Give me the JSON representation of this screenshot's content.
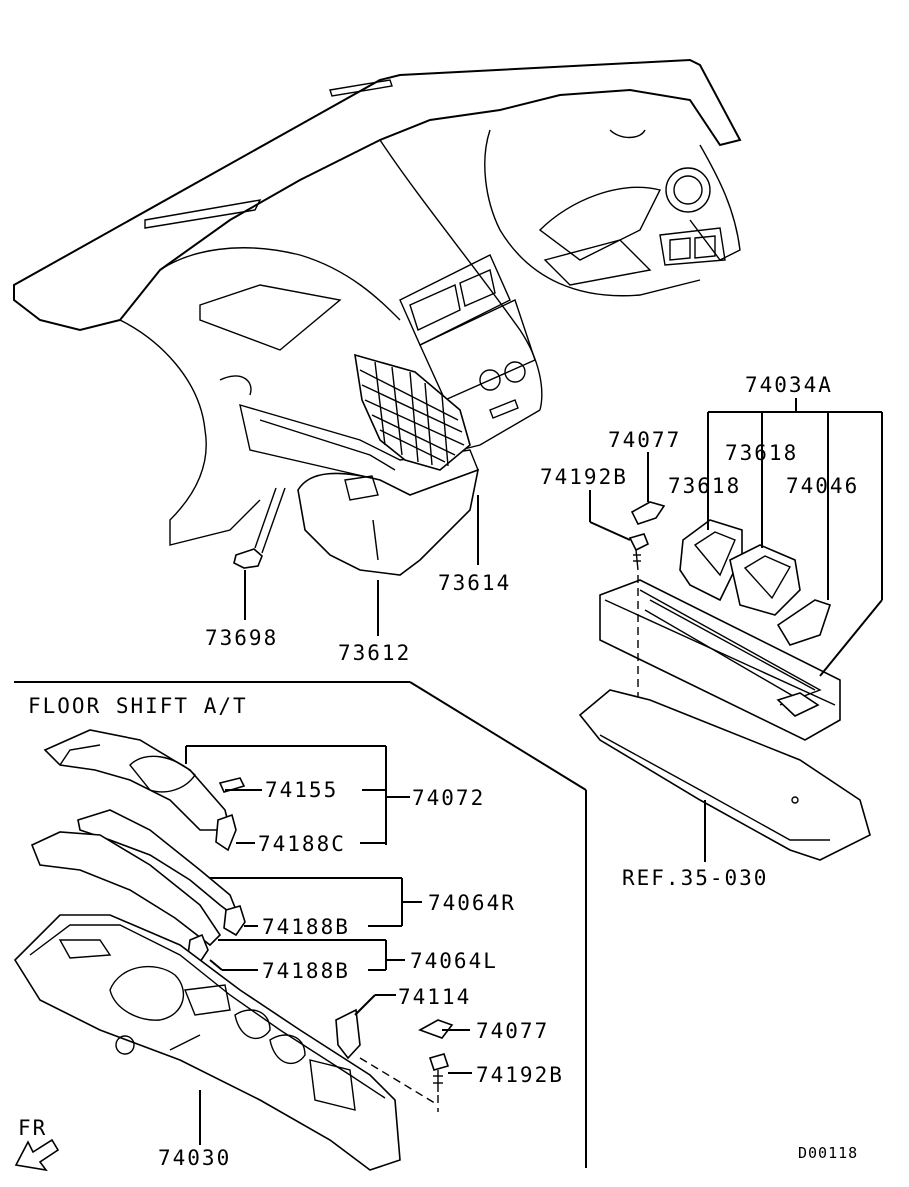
{
  "section_title": "FLOOR SHIFT A/T",
  "image_code": "D00118",
  "direction_label": "FR",
  "parts": {
    "p73698": "73698",
    "p73612": "73612",
    "p73614": "73614",
    "p74034A": "74034A",
    "p74077_top": "74077",
    "p74192B_top": "74192B",
    "p73618_a": "73618",
    "p73618_b": "73618",
    "p74046": "74046",
    "ref": "REF.35-030",
    "p74155": "74155",
    "p74072": "74072",
    "p74188C": "74188C",
    "p74064R": "74064R",
    "p74188B_a": "74188B",
    "p74188B_b": "74188B",
    "p74064L": "74064L",
    "p74114": "74114",
    "p74077_bottom": "74077",
    "p74192B_bottom": "74192B",
    "p74030": "74030"
  }
}
